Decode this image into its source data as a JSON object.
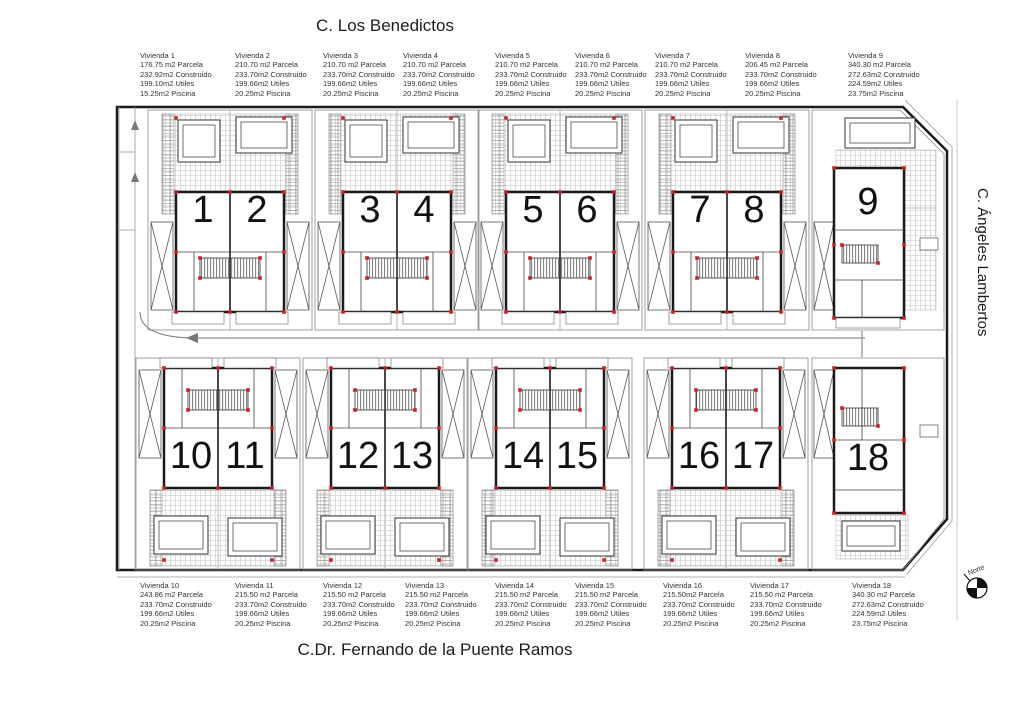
{
  "streets": {
    "top": "C. Los Benedictos",
    "right": "C. Ángeles Lambertos",
    "bottom": "C.Dr. Fernando de la Puente Ramos"
  },
  "north_label": "Norte",
  "colors": {
    "wall": "#1a1a1a",
    "thin_line": "#777777",
    "hatch": "#c4c4c4",
    "red_dot": "#cc2222"
  },
  "viviendas": [
    {
      "number": "1",
      "name": "Vivienda 1",
      "parcela": "176.75 m2 Parcela",
      "construido": "232.92m2 Construido",
      "utiles": "199.10m2 Utiles",
      "piscina": "15.25m2 Piscina"
    },
    {
      "number": "2",
      "name": "Vivienda 2",
      "parcela": "210.70 m2 Parcela",
      "construido": "233.70m2 Construido",
      "utiles": "199.66m2 Utiles",
      "piscina": "20.25m2 Piscina"
    },
    {
      "number": "3",
      "name": "Vivienda 3",
      "parcela": "210.70 m2 Parcela",
      "construido": "233.70m2 Construido",
      "utiles": "199.66m2 Utiles",
      "piscina": "20.25m2 Piscina"
    },
    {
      "number": "4",
      "name": "Vivienda 4",
      "parcela": "210.70 m2 Parcela",
      "construido": "233.70m2 Construido",
      "utiles": "199.66m2 Utiles",
      "piscina": "20.25m2 Piscina"
    },
    {
      "number": "5",
      "name": "Vivienda 5",
      "parcela": "210.70 m2 Parcela",
      "construido": "233.70m2 Construido",
      "utiles": "199.66m2 Utiles",
      "piscina": "20.25m2 Piscina"
    },
    {
      "number": "6",
      "name": "Vivienda 6",
      "parcela": "210.70 m2 Parcela",
      "construido": "233.70m2 Construido",
      "utiles": "199.66m2 Utiles",
      "piscina": "20.25m2 Piscina"
    },
    {
      "number": "7",
      "name": "Vivienda 7",
      "parcela": "210.70 m2 Parcela",
      "construido": "233.70m2 Construido",
      "utiles": "199.66m2 Utiles",
      "piscina": "20.25m2 Piscina"
    },
    {
      "number": "8",
      "name": "Vivienda 8",
      "parcela": "206.45 m2 Parcela",
      "construido": "233.70m2 Construido",
      "utiles": "199.66m2 Utiles",
      "piscina": "20.25m2 Piscina"
    },
    {
      "number": "9",
      "name": "Vivienda 9",
      "parcela": "340.30 m2 Parcela",
      "construido": "272.63m2 Construido",
      "utiles": "224.59m2 Utiles",
      "piscina": "23.75m2 Piscina"
    },
    {
      "number": "10",
      "name": "Vivienda 10",
      "parcela": "243.86 m2 Parcela",
      "construido": "233.70m2 Construido",
      "utiles": "199.66m2 Utiles",
      "piscina": "20.25m2 Piscina"
    },
    {
      "number": "11",
      "name": "Vivienda 11",
      "parcela": "215.50 m2 Parcela",
      "construido": "233.70m2 Construido",
      "utiles": "199.66m2 Utiles",
      "piscina": "20.25m2 Piscina"
    },
    {
      "number": "12",
      "name": "Vivienda 12",
      "parcela": "215.50 m2 Parcela",
      "construido": "233.70m2 Construido",
      "utiles": "199.66m2 Utiles",
      "piscina": "20.25m2 Piscina"
    },
    {
      "number": "13",
      "name": "Vivienda 13",
      "parcela": "215.50 m2 Parcela",
      "construido": "233.70m2 Construido",
      "utiles": "199.66m2 Utiles",
      "piscina": "20.25m2 Piscina"
    },
    {
      "number": "14",
      "name": "Vivienda 14",
      "parcela": "215.50 m2 Parcela",
      "construido": "233.70m2 Construido",
      "utiles": "199.66m2 Utiles",
      "piscina": "20.25m2 Piscina"
    },
    {
      "number": "15",
      "name": "Vivienda 15",
      "parcela": "215.50 m2 Parcela",
      "construido": "233.70m2 Construido",
      "utiles": "199.66m2 Utiles",
      "piscina": "20.25m2 Piscina"
    },
    {
      "number": "16",
      "name": "Vivienda 16",
      "parcela": "215.50m2 Parcela",
      "construido": "233.70m2 Construido",
      "utiles": "199.66m2 Utiles",
      "piscina": "20.25m2 Piscina"
    },
    {
      "number": "17",
      "name": "Vivienda 17",
      "parcela": "215.50 m2 Parcela",
      "construido": "233.70m2 Construido",
      "utiles": "199.66m2 Utiles",
      "piscina": "20.25m2 Piscina"
    },
    {
      "number": "18",
      "name": "Vivienda 18",
      "parcela": "340.30 m2 Parcela",
      "construido": "272.63m2 Construido",
      "utiles": "224.59m2 Utiles",
      "piscina": "23.75m2 Piscina"
    }
  ]
}
